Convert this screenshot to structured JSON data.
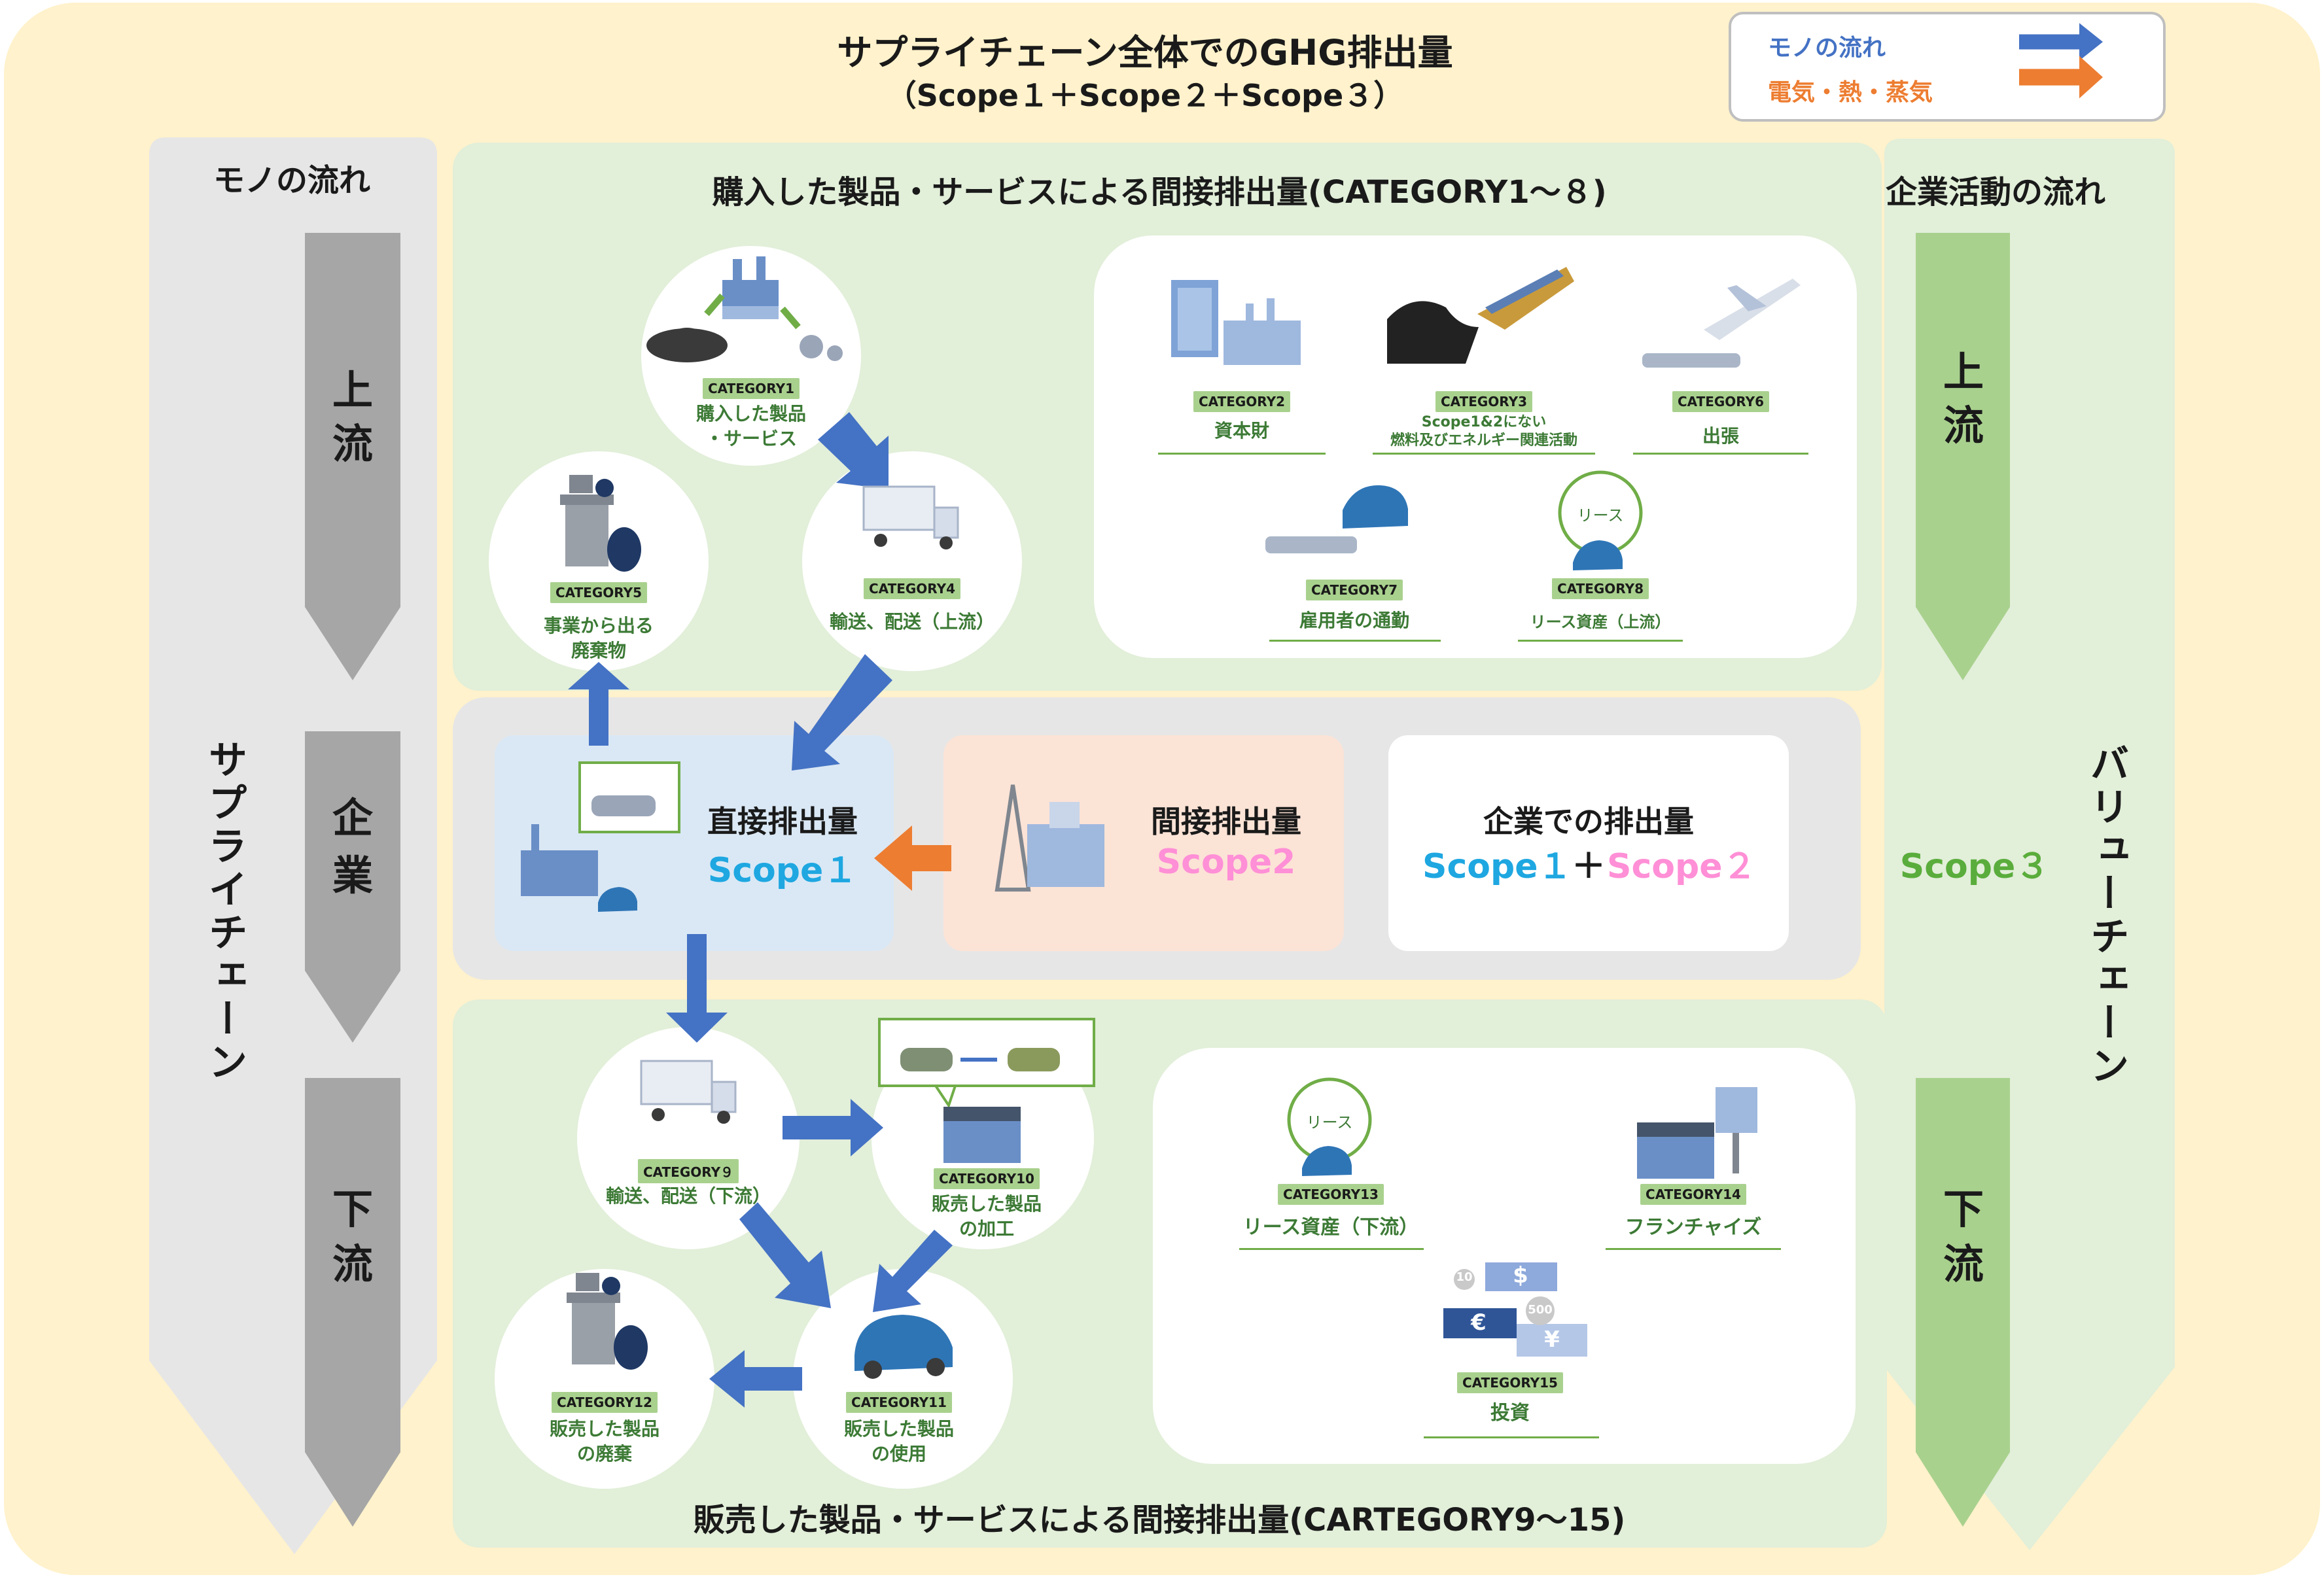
{
  "title": "サプライチェーン全体でのGHG排出量",
  "subtitle": "（Scope１＋Scope２＋Scope３）",
  "legend": {
    "goods_flow": "モノの流れ",
    "energy_flow": "電気・熱・蒸気",
    "goods_color": "#4472c4",
    "energy_color": "#ed7d31"
  },
  "left_column": {
    "header": "モノの流れ",
    "upstream": [
      "上",
      "流"
    ],
    "company": [
      "企",
      "業"
    ],
    "downstream": [
      "下",
      "流"
    ],
    "vertical_label": "サプライチェーン"
  },
  "right_column": {
    "header": "企業活動の流れ",
    "upstream": [
      "上",
      "流"
    ],
    "downstream": [
      "下",
      "流"
    ],
    "scope3": "Scope３",
    "vertical_label": "バリューチェーン"
  },
  "upstream_title": "購入した製品・サービスによる間接排出量(CATEGORY1～８)",
  "downstream_title": "販売した製品・サービスによる間接排出量(CARTEGORY9～15)",
  "categories": {
    "c1": {
      "tag": "CATEGORY1",
      "label": [
        "購入した製品",
        "・サービス"
      ]
    },
    "c2": {
      "tag": "CATEGORY2",
      "label": [
        "資本財"
      ]
    },
    "c3": {
      "tag": "CATEGORY3",
      "label": [
        "Scope1&2にない",
        "燃料及びエネルギー関連活動"
      ]
    },
    "c4": {
      "tag": "CATEGORY4",
      "label": [
        "輸送、配送（上流）"
      ]
    },
    "c5": {
      "tag": "CATEGORY5",
      "label": [
        "事業から出る",
        "廃棄物"
      ]
    },
    "c6": {
      "tag": "CATEGORY6",
      "label": [
        "出張"
      ]
    },
    "c7": {
      "tag": "CATEGORY7",
      "label": [
        "雇用者の通勤"
      ]
    },
    "c8": {
      "tag": "CATEGORY8",
      "label": [
        "リース資産（上流）"
      ],
      "badge": "リース"
    },
    "c9": {
      "tag": "CATEGORY９",
      "label": [
        "輸送、配送（下流）"
      ]
    },
    "c10": {
      "tag": "CATEGORY10",
      "label": [
        "販売した製品",
        "の加工"
      ]
    },
    "c11": {
      "tag": "CATEGORY11",
      "label": [
        "販売した製品",
        "の使用"
      ]
    },
    "c12": {
      "tag": "CATEGORY12",
      "label": [
        "販売した製品",
        "の廃棄"
      ]
    },
    "c13": {
      "tag": "CATEGORY13",
      "label": [
        "リース資産（下流）"
      ],
      "badge": "リース"
    },
    "c14": {
      "tag": "CATEGORY14",
      "label": [
        "フランチャイズ"
      ]
    },
    "c15": {
      "tag": "CATEGORY15",
      "label": [
        "投資"
      ],
      "currency": [
        "10",
        "$",
        "€",
        "500",
        "¥"
      ]
    }
  },
  "direct": {
    "title": "直接排出量",
    "scope": "Scope１"
  },
  "indirect": {
    "title": "間接排出量",
    "scope": "Scope2"
  },
  "company_total": {
    "title": "企業での排出量",
    "scope1": "Scope１",
    "plus": "＋",
    "scope2": "Scope２"
  },
  "colors": {
    "scope1": "#1ea7e1",
    "scope2": "#ff8fd6",
    "scope3": "#5aad3c",
    "green_panel": "#e2efd9",
    "outer_bg": "#fff2cc"
  }
}
